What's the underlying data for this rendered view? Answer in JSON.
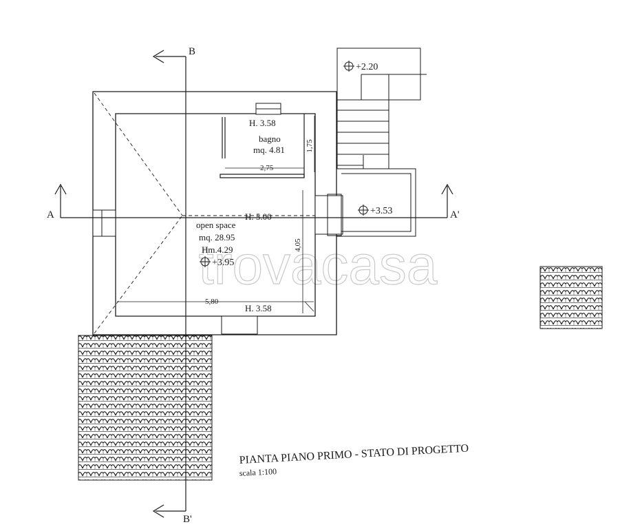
{
  "drawing": {
    "title": "PIANTA PIANO PRIMO - STATO DI PROGETTO",
    "scale": "scala 1:100",
    "watermark": "trovacasa"
  },
  "sections": {
    "a_start": "A",
    "a_end": "A'",
    "b_start": "B",
    "b_end": "B'"
  },
  "rooms": {
    "bagno": {
      "height": "H. 3.58",
      "name": "bagno",
      "area": "mq. 4.81"
    },
    "open_space": {
      "name": "open space",
      "area": "mq. 28.95",
      "mean_height": "Hm.4.29",
      "level": "+3.95"
    },
    "ridge_height": "H. 5.00",
    "bottom_height": "H. 3.58"
  },
  "levels": {
    "stair_top": "+2.20",
    "terrace": "+3.53"
  },
  "dimensions": {
    "bath_height_dim": "1,75",
    "bath_width_dim": "2,75",
    "room_depth_dim": "4,05",
    "room_width_dim": "5,80"
  },
  "colors": {
    "line": "#1a1a1a",
    "paper": "#ffffff",
    "watermark": "#c9c9c9"
  }
}
